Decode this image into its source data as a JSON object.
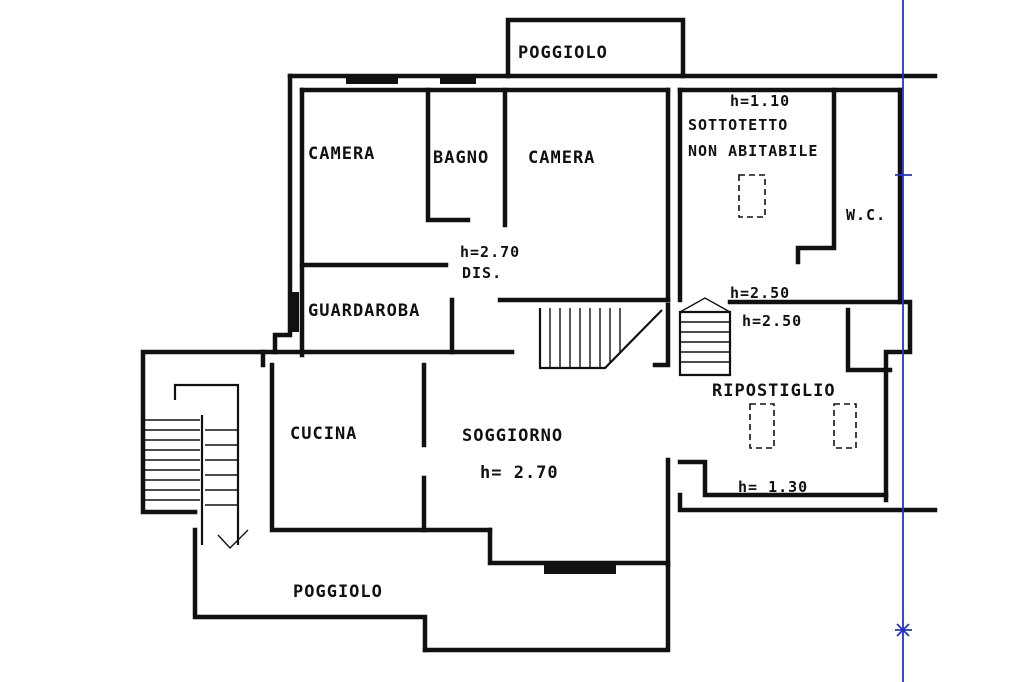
{
  "rooms": {
    "poggiolo_top": "POGGIOLO",
    "camera_left": "CAMERA",
    "bagno": "BAGNO",
    "camera_right": "CAMERA",
    "sottotetto_line1": "SOTTOTETTO",
    "sottotetto_line2": "NON ABITABILE",
    "wc": "W.C.",
    "guardaroba": "GUARDAROBA",
    "dis": "DIS.",
    "cucina": "CUCINA",
    "soggiorno": "SOGGIORNO",
    "ripostiglio": "RIPOSTIGLIO",
    "poggiolo_bottom": "POGGIOLO"
  },
  "heights": {
    "sottotetto": "h=1.10",
    "dis": "h=2.70",
    "upper_step": "h=2.50",
    "lower_step": "h=2.50",
    "soggiorno": "h= 2.70",
    "ripostiglio": "h= 1.30"
  },
  "colors": {
    "ink": "#111111",
    "reference_line": "#2233cc"
  }
}
